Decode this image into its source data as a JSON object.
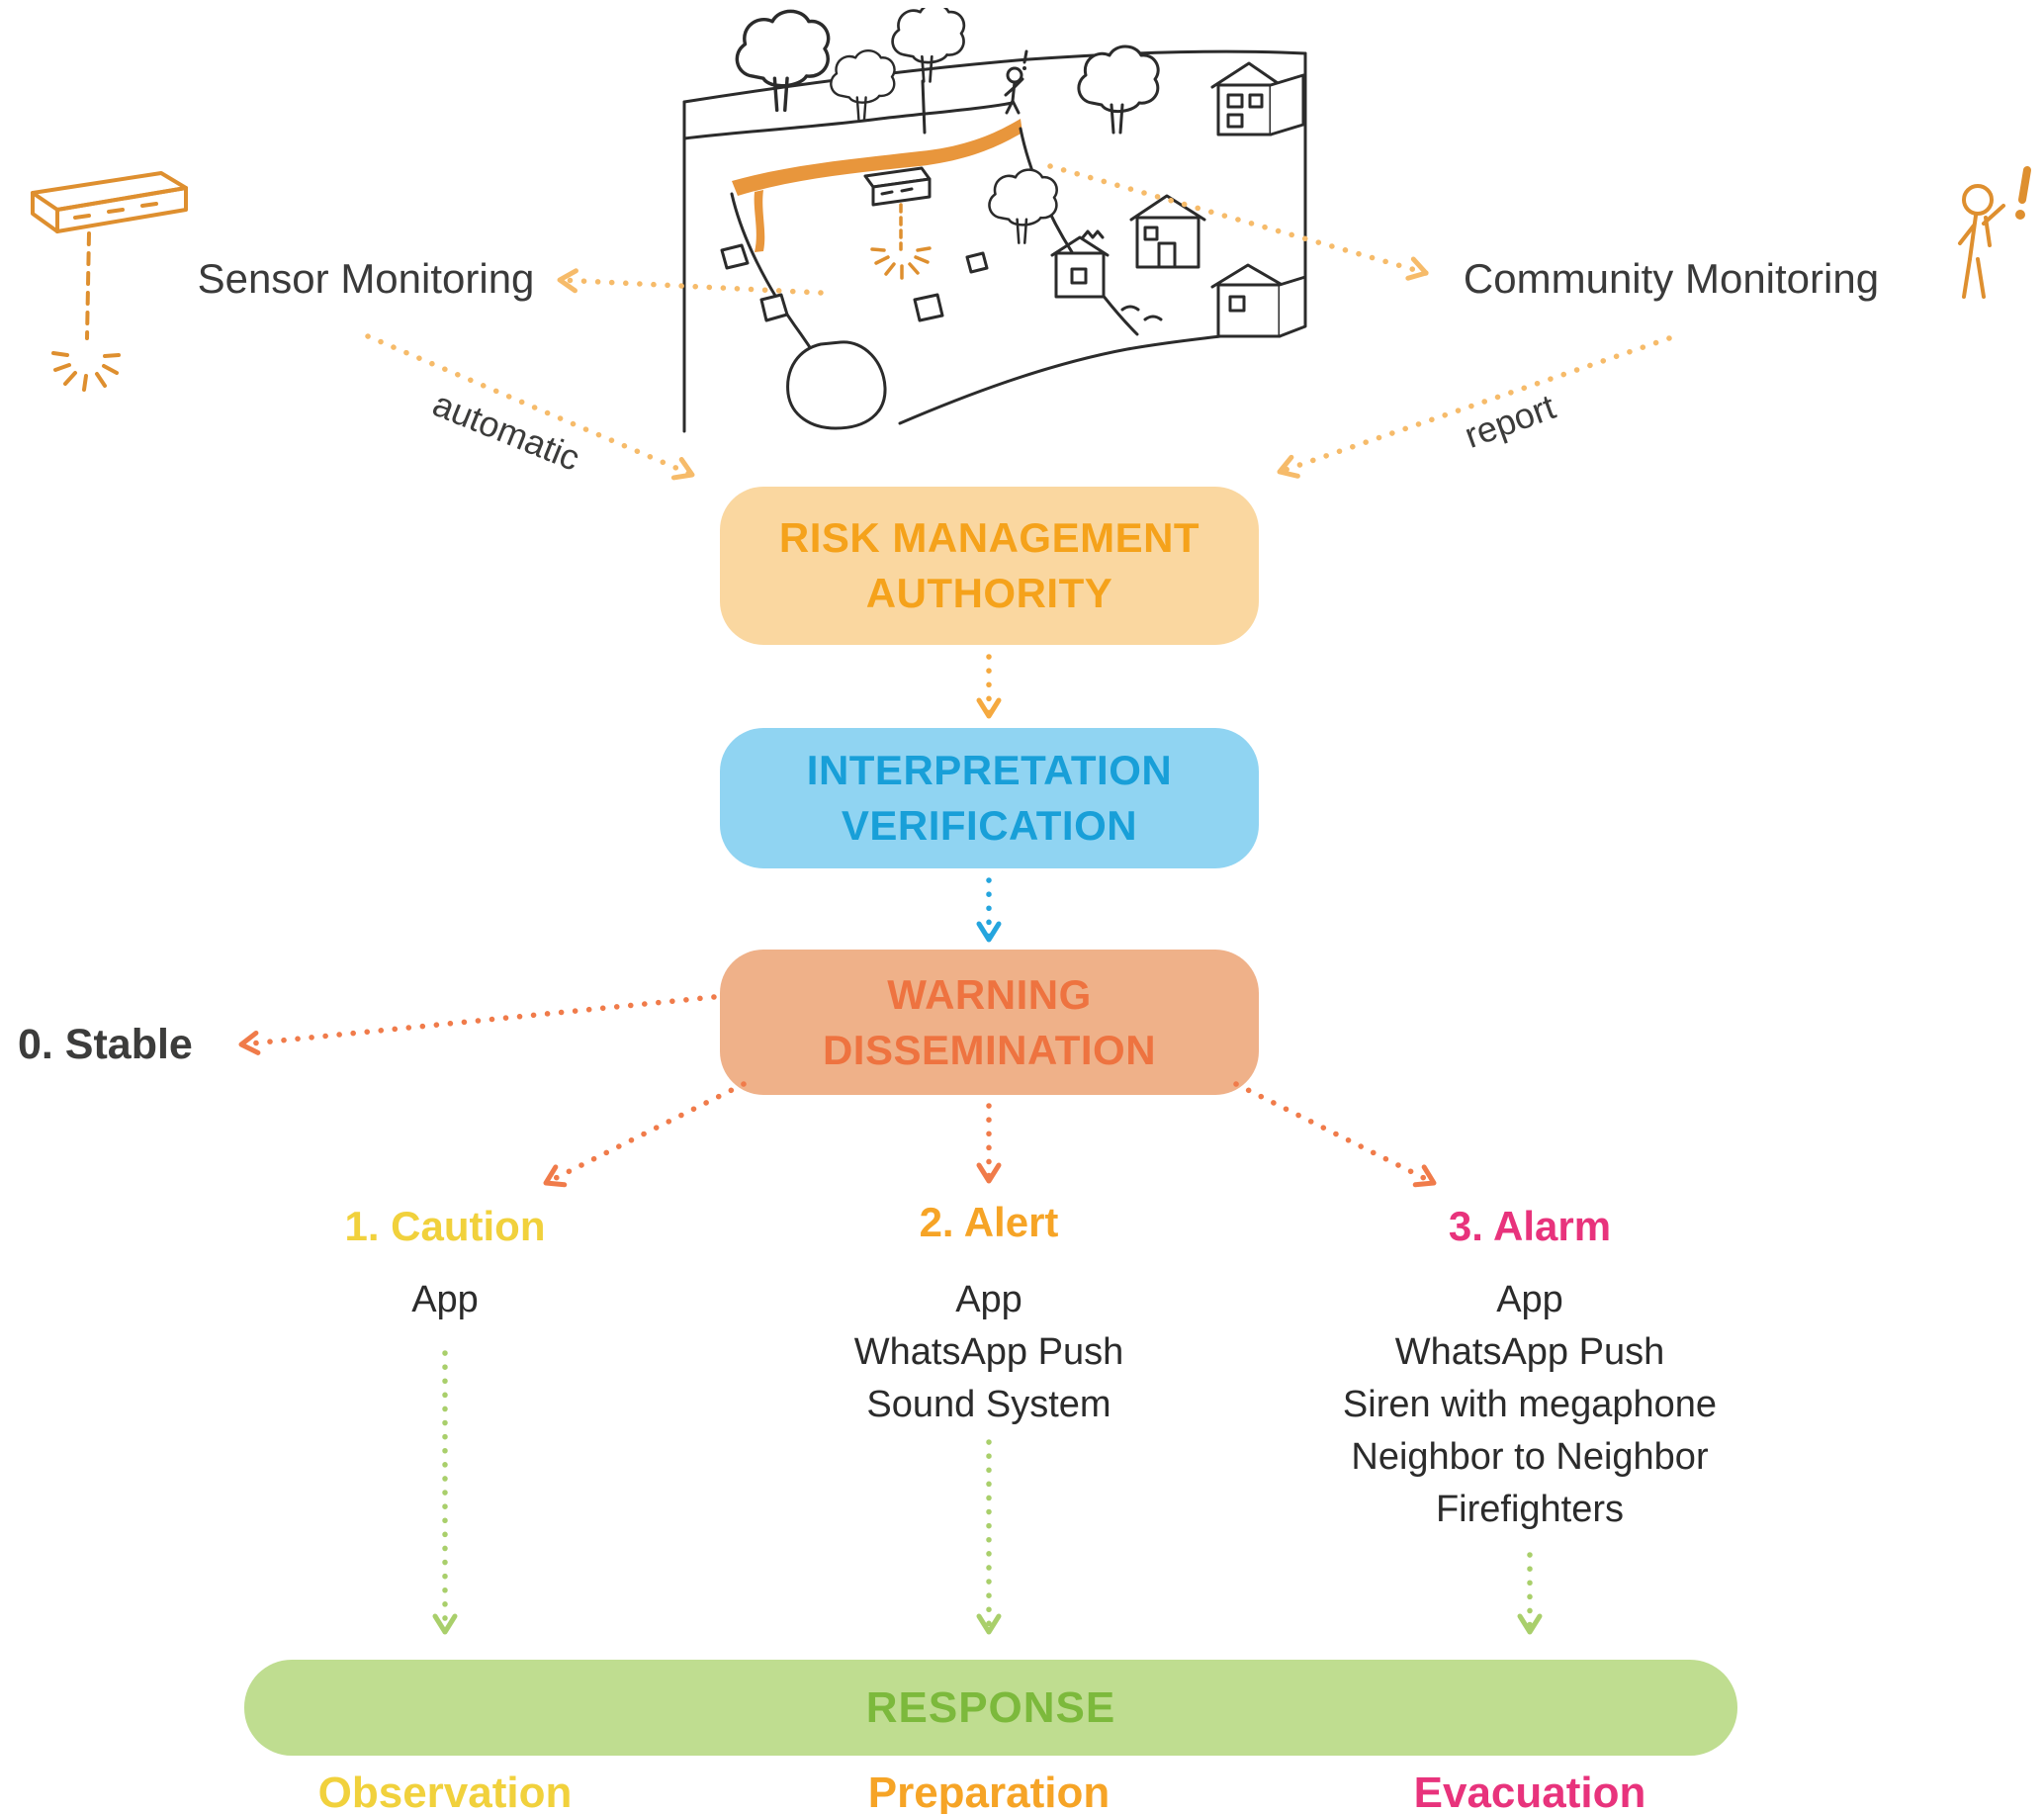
{
  "scene": {
    "sensor_monitoring_label": "Sensor Monitoring",
    "community_monitoring_label": "Community Monitoring",
    "automatic_arrow_label": "automatic",
    "report_arrow_label": "report"
  },
  "flow": {
    "risk_authority": {
      "line1": "RISK MANAGEMENT",
      "line2": "AUTHORITY"
    },
    "interpretation": {
      "line1": "INTERPRETATION",
      "line2": "VERIFICATION"
    },
    "warning": {
      "line1": "WARNING",
      "line2": "DISSEMINATION"
    },
    "response_label": "RESPONSE"
  },
  "levels": {
    "stable": {
      "title": "0. Stable"
    },
    "caution": {
      "title": "1. Caution",
      "channels": [
        "App"
      ],
      "response": "Observation"
    },
    "alert": {
      "title": "2. Alert",
      "channels": [
        "App",
        "WhatsApp Push",
        "Sound System"
      ],
      "response": "Preparation"
    },
    "alarm": {
      "title": "3. Alarm",
      "channels": [
        "App",
        "WhatsApp Push",
        "Siren with megaphone",
        "Neighbor to Neighbor",
        "Firefighters"
      ],
      "response": "Evacuation"
    }
  },
  "icons": {
    "sensor_device": "sensor-device-icon",
    "community_person": "community-person-icon",
    "landslide_scene": "landslide-scene-illustration"
  },
  "colors": {
    "risk_bg": "#FAD7A0",
    "risk_text": "#F5A21B",
    "interpretation_bg": "#90D4F2",
    "interpretation_text": "#189FD8",
    "warning_bg": "#EFB189",
    "warning_text": "#EE7340",
    "response_bg": "#BFDD90",
    "response_text": "#7CB93C",
    "caution_text": "#F1D13C",
    "alert_text": "#F6A426",
    "alarm_text": "#E8337C",
    "stable_text": "#3C3C3B",
    "arrow_light_orange": "#F6BB6A",
    "arrow_orange": "#F5A93F",
    "arrow_blue": "#25A5DE",
    "arrow_warning": "#F07B4A",
    "arrow_green": "#A9CF6B",
    "sketch_accent": "#DE8F2F"
  }
}
